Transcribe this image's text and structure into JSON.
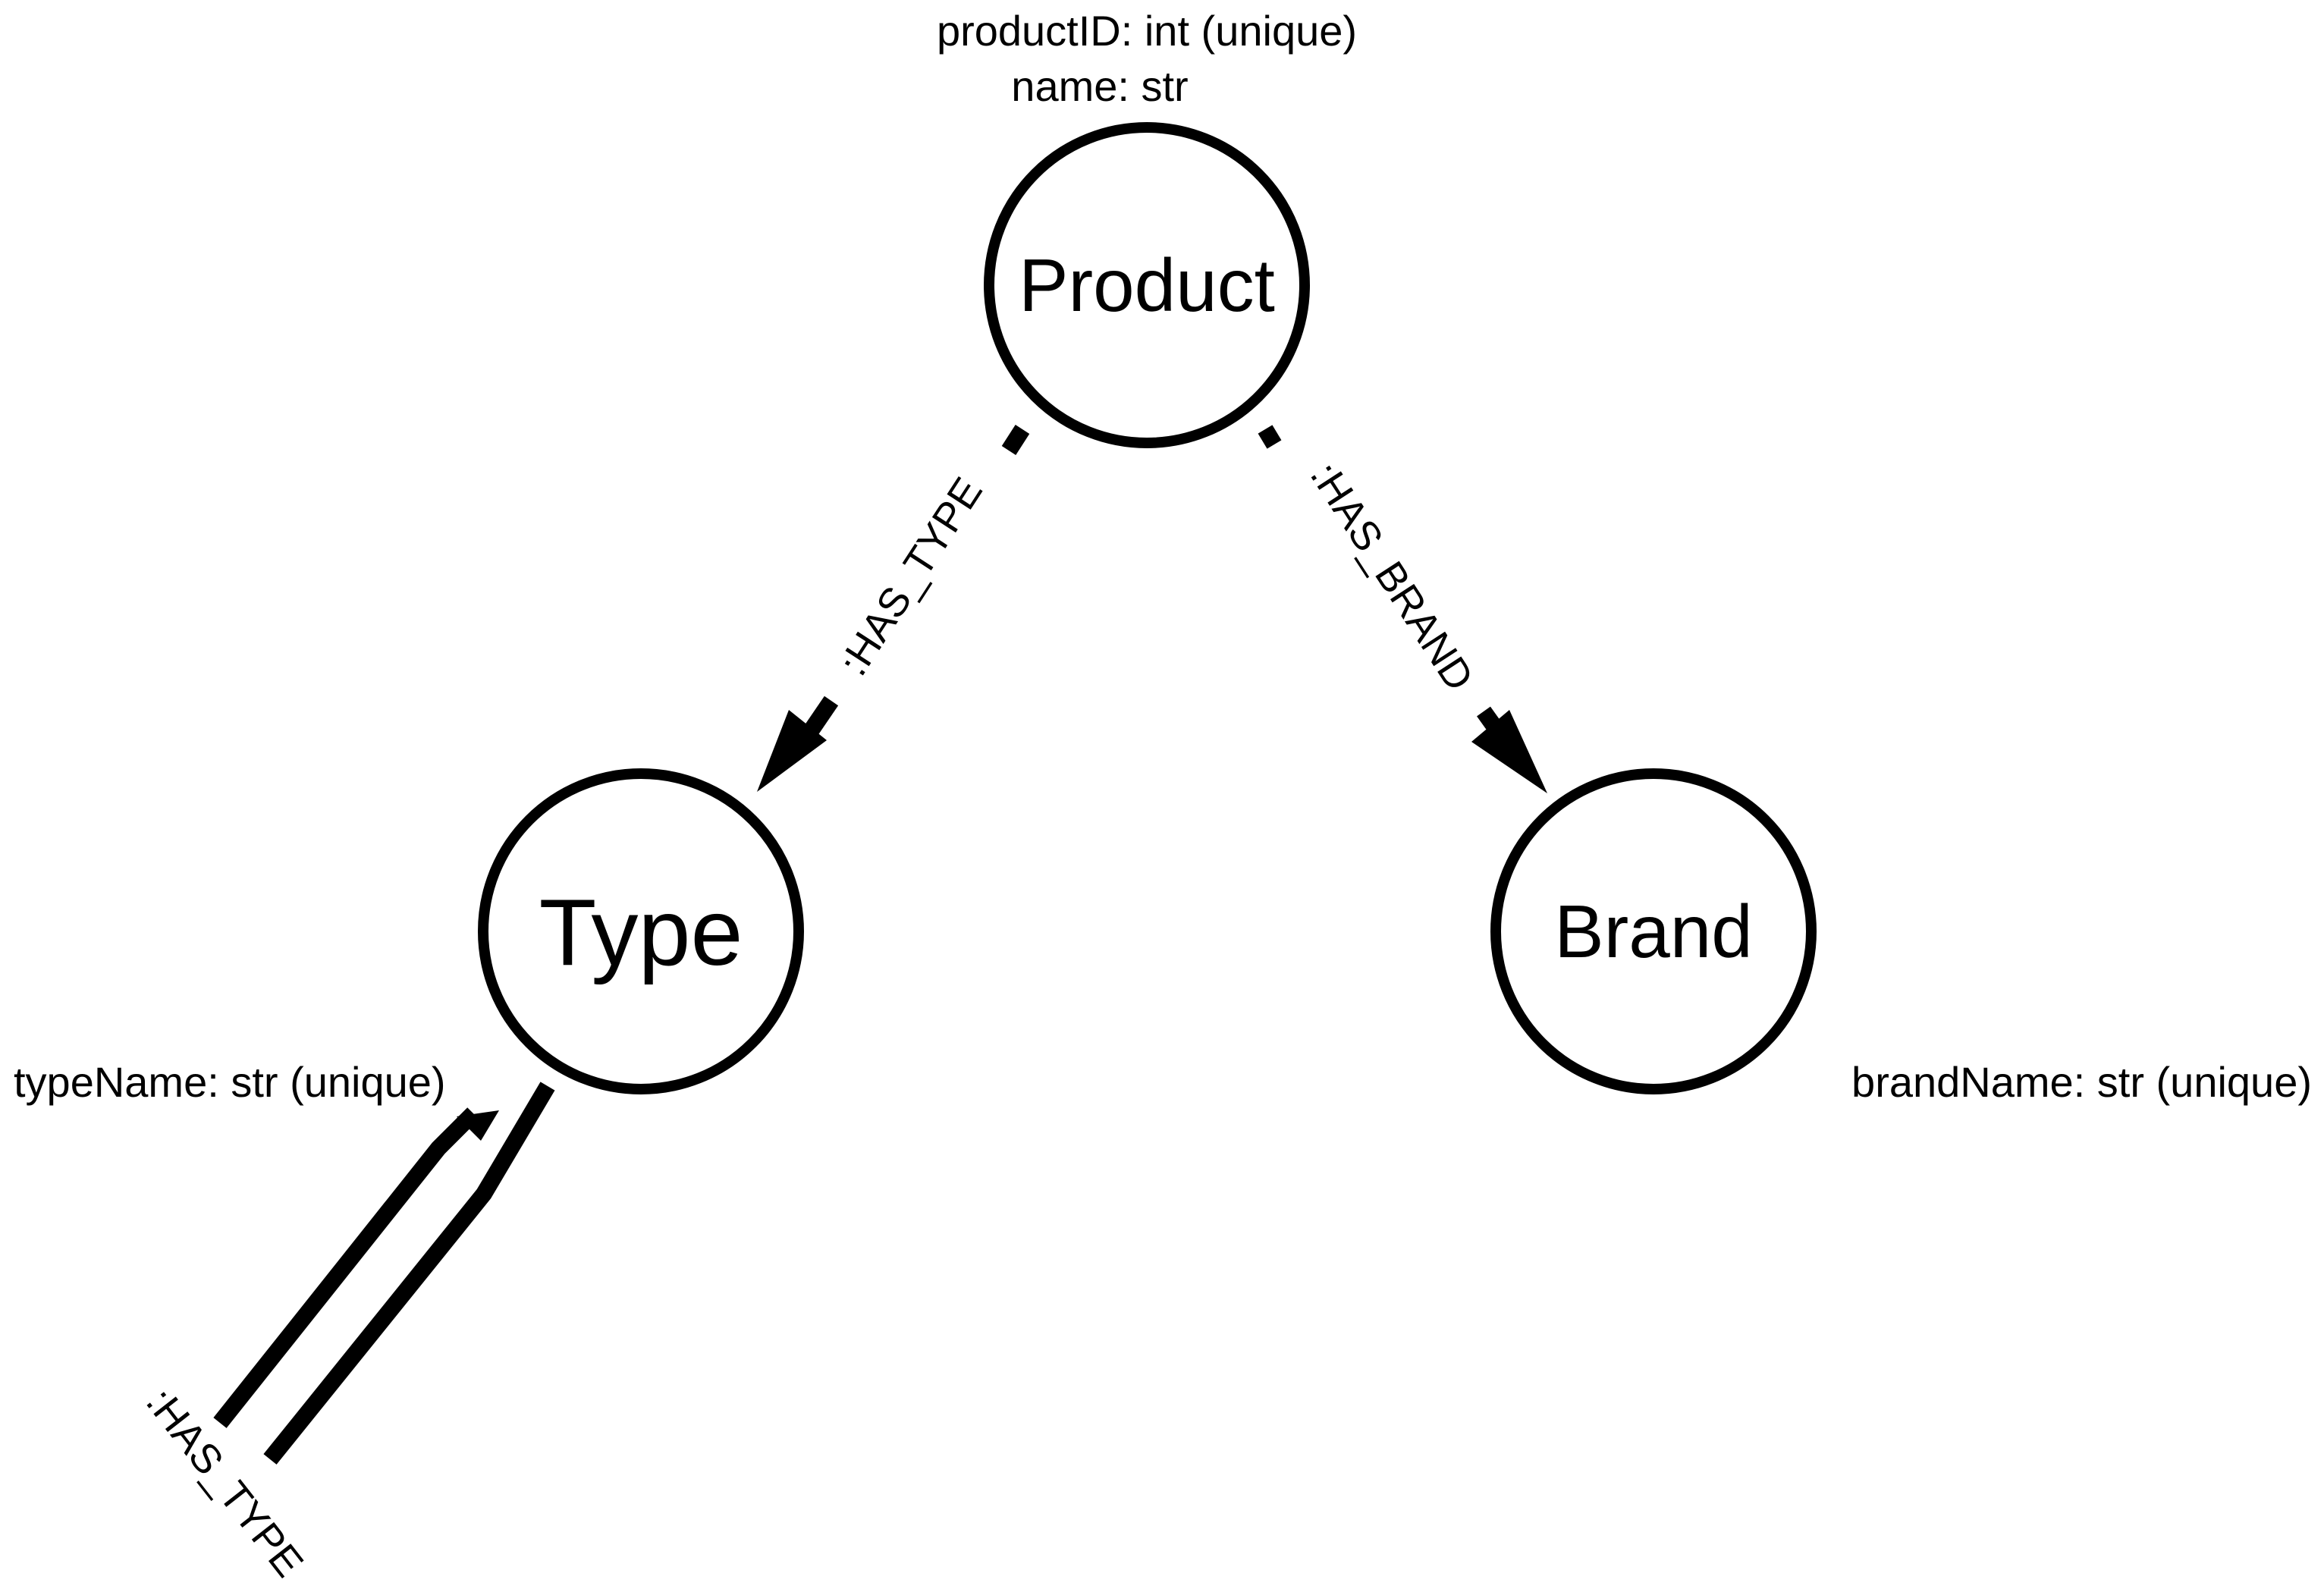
{
  "colors": {
    "stroke": "#000000",
    "background": "#ffffff"
  },
  "nodes": {
    "product": {
      "label": "Product",
      "properties": [
        "productID: int (unique)",
        "name: str"
      ]
    },
    "type": {
      "label": "Type",
      "properties": [
        "typeName: str (unique)"
      ]
    },
    "brand": {
      "label": "Brand",
      "properties": [
        "brandName: str (unique)"
      ]
    }
  },
  "relationships": [
    {
      "label": ":HAS_TYPE",
      "from": "Product",
      "to": "Type"
    },
    {
      "label": ":HAS_BRAND",
      "from": "Product",
      "to": "Brand"
    },
    {
      "label": ":HAS_TYPE",
      "from": "Type",
      "to": "Type"
    }
  ]
}
